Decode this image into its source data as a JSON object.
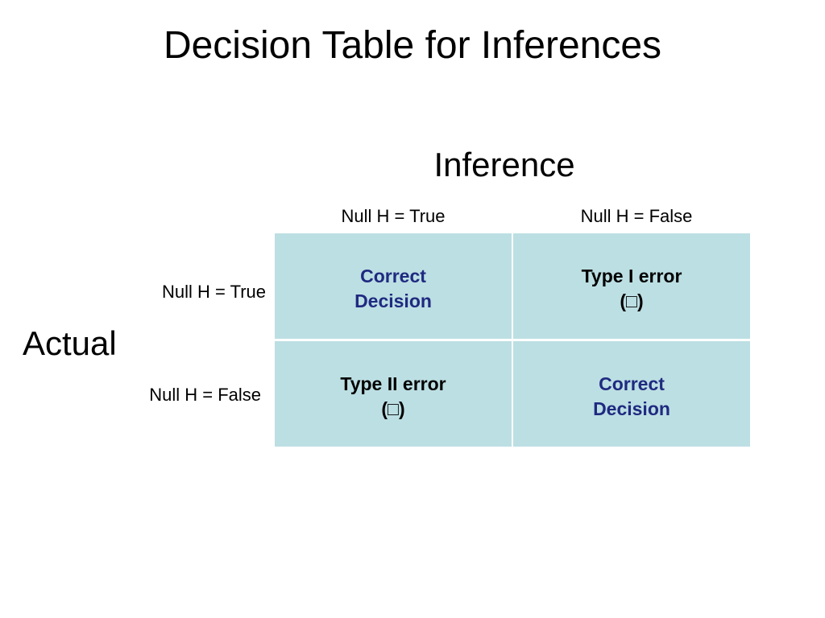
{
  "title": "Decision Table for Inferences",
  "inference_heading": "Inference",
  "actual_heading": "Actual",
  "columns": [
    "Null H = True",
    "Null H = False"
  ],
  "rows": [
    "Null H = True",
    "Null H = False"
  ],
  "cells": [
    [
      {
        "line1": "Correct",
        "line2": "Decision"
      },
      {
        "line1": "Type I error",
        "line2": "(□)"
      }
    ],
    [
      {
        "line1": "Type II error",
        "line2": "(□)"
      },
      {
        "line1": "Correct",
        "line2": "Decision"
      }
    ]
  ],
  "colors": {
    "cell_fill": "#bcdfe3",
    "correct_text": "#1f2a80",
    "error_text": "#000000"
  }
}
